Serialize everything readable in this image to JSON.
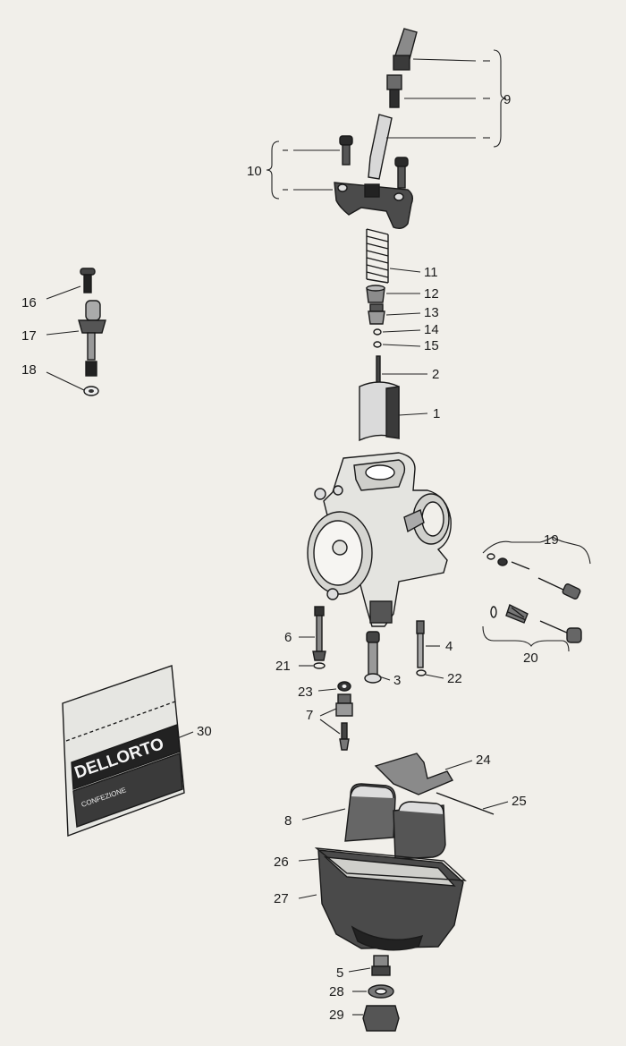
{
  "labels": {
    "l1": "1",
    "l2": "2",
    "l3": "3",
    "l4": "4",
    "l5": "5",
    "l6": "6",
    "l7": "7",
    "l8": "8",
    "l9": "9",
    "l10": "10",
    "l11": "11",
    "l12": "12",
    "l13": "13",
    "l14": "14",
    "l15": "15",
    "l16": "16",
    "l17": "17",
    "l18": "18",
    "l19": "19",
    "l20": "20",
    "l21": "21",
    "l22": "22",
    "l23": "23",
    "l24": "24",
    "l25": "25",
    "l26": "26",
    "l27": "27",
    "l28": "28",
    "l29": "29",
    "l30": "30"
  },
  "bag": {
    "brand": "DELLORTO",
    "subtext": "CONFEZIONE"
  },
  "colors": {
    "background": "#f1efea",
    "ink": "#1a1a1a"
  }
}
